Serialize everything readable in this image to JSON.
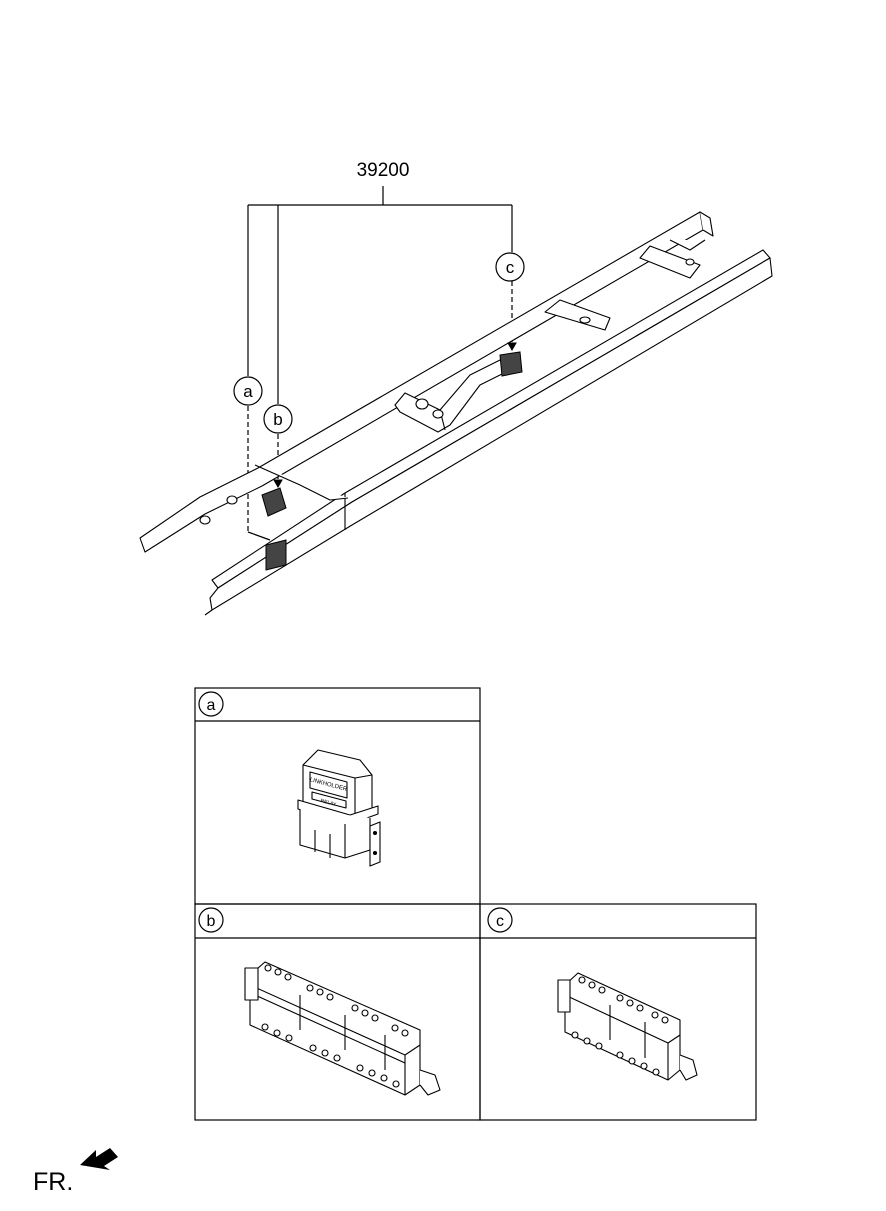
{
  "diagram": {
    "part_number": "39200",
    "callouts": [
      "a",
      "b",
      "c"
    ],
    "detail_panels": [
      {
        "label": "a",
        "component": "relay-box"
      },
      {
        "label": "b",
        "component": "fuse-relay-block-long"
      },
      {
        "label": "c",
        "component": "fuse-relay-block-short"
      }
    ],
    "relay_labels": [
      "LINKHOLDER",
      "RELAY"
    ],
    "front_indicator": "FR."
  },
  "colors": {
    "line": "#000000",
    "background": "#ffffff",
    "shade": "#444444"
  }
}
